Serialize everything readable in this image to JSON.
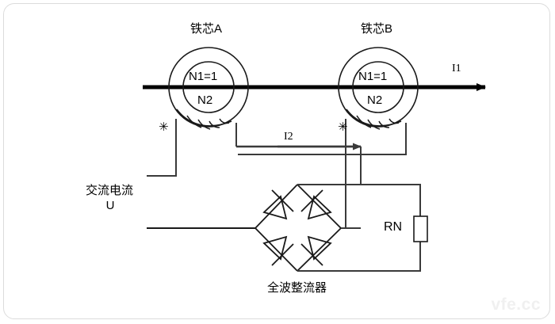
{
  "diagram": {
    "title_watermark": "vfe.cc",
    "cores": [
      {
        "name": "core-a",
        "label": "铁芯A",
        "primary_label": "N1=1",
        "secondary_label": "N2",
        "polarity_mark": "✳"
      },
      {
        "name": "core-b",
        "label": "铁芯B",
        "primary_label": "N1=1",
        "secondary_label": "N2",
        "polarity_mark": "✳"
      }
    ],
    "currents": {
      "primary": "I1",
      "secondary": "I2"
    },
    "source": {
      "line1": "交流电流",
      "line2": "U"
    },
    "rectifier": {
      "label": "全波整流器",
      "diode_count": 4
    },
    "burden": {
      "label": "RN"
    },
    "colors": {
      "wire": "#1a1a1a",
      "bus": "#000000",
      "frame": "#dcdcdc",
      "background": "#ffffff",
      "watermark": "#f0f0f0"
    }
  }
}
